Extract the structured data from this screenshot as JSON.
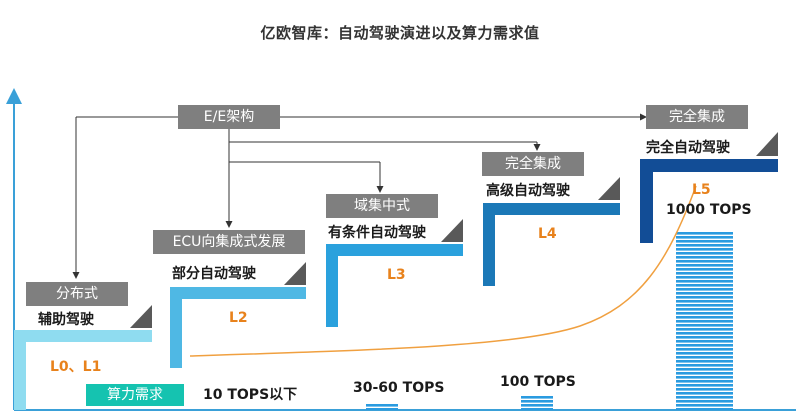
{
  "title": "亿欧智库：自动驾驶演进以及算力需求值",
  "ee_label": "E/E架构",
  "architectures": [
    "分布式",
    "ECU向集成式发展",
    "域集中式",
    "完全集成",
    "完全集成"
  ],
  "stages": [
    {
      "name": "辅助驾驶",
      "level": "L0、L1"
    },
    {
      "name": "部分自动驾驶",
      "level": "L2"
    },
    {
      "name": "有条件自动驾驶",
      "level": "L3"
    },
    {
      "name": "高级自动驾驶",
      "level": "L4"
    },
    {
      "name": "完全自动驾驶",
      "level": "L5"
    }
  ],
  "compute_label": "算力需求",
  "compute_values": [
    "10 TOPS以下",
    "30-60 TOPS",
    "100 TOPS",
    "1000 TOPS"
  ],
  "colors": {
    "step1": "#8fdcf0",
    "step2": "#4fb8e4",
    "step3": "#2aa1dd",
    "step4": "#1b78b7",
    "step5": "#124d96",
    "arch_box": "#7f7f7f",
    "level_text": "#e8821c",
    "compute_label_bg": "#15c3b0",
    "axis": "#3aa0d8",
    "curve": "#f0a040"
  }
}
